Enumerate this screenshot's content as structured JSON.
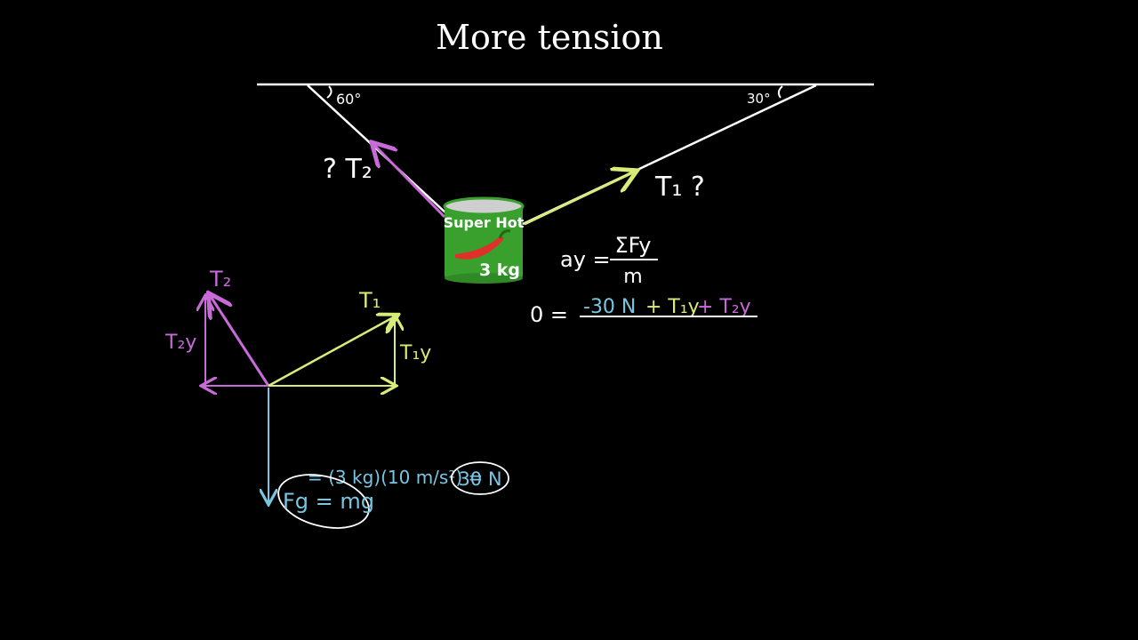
{
  "title": "More tension",
  "colors": {
    "background": "#000000",
    "white": "#ffffff",
    "purple": "#c86ad8",
    "yellow": "#d8ec78",
    "cyan": "#79c6e2",
    "can_green": "#39a02e",
    "chili_red": "#e0302a"
  },
  "ceiling": {
    "angle_left": "60°",
    "angle_right": "30°"
  },
  "rope_labels": {
    "left": "? T₂",
    "right": "T₁ ?"
  },
  "can": {
    "brand": "Super Hot",
    "mass": "3 kg",
    "icon": "chili-pepper-icon"
  },
  "fbd": {
    "t2": "T₂",
    "t2y": "T₂y",
    "t1": "T₁",
    "t1y": "T₁y",
    "weight_calc": "= (3 kg)(10 m/s²) =",
    "weight_result": "30 N",
    "weight_formula": "Fg = mg"
  },
  "equation": {
    "lhs": "ay =",
    "numerator": "ΣFy",
    "denominator": "m",
    "zero": "0 =",
    "term_weight": "-30 N",
    "term_t1y": "+ T₁y",
    "term_t2y": "+ T₂y"
  }
}
